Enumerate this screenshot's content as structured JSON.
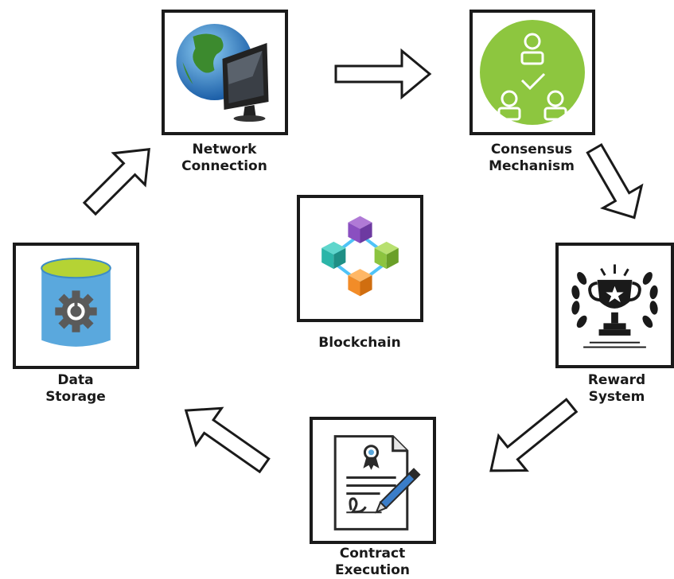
{
  "nodes": {
    "network": {
      "line1": "Network",
      "line2": "Connection",
      "icon": "globe-monitor-icon"
    },
    "consensus": {
      "line1": "Consensus",
      "line2": "Mechanism",
      "icon": "consensus-icon"
    },
    "reward": {
      "line1": "Reward",
      "line2": "System",
      "icon": "trophy-icon"
    },
    "contract": {
      "line1": "Contract",
      "line2": "Execution",
      "icon": "signed-contract-icon"
    },
    "storage": {
      "line1": "Data",
      "line2": "Storage",
      "icon": "database-gear-icon"
    },
    "center": {
      "line1": "Blockchain",
      "icon": "blockchain-cubes-icon"
    }
  },
  "colors": {
    "border": "#1a1a1a",
    "consensus_green": "#8dc63f",
    "storage_blue": "#5aa8dd",
    "storage_top": "#b5d334"
  }
}
